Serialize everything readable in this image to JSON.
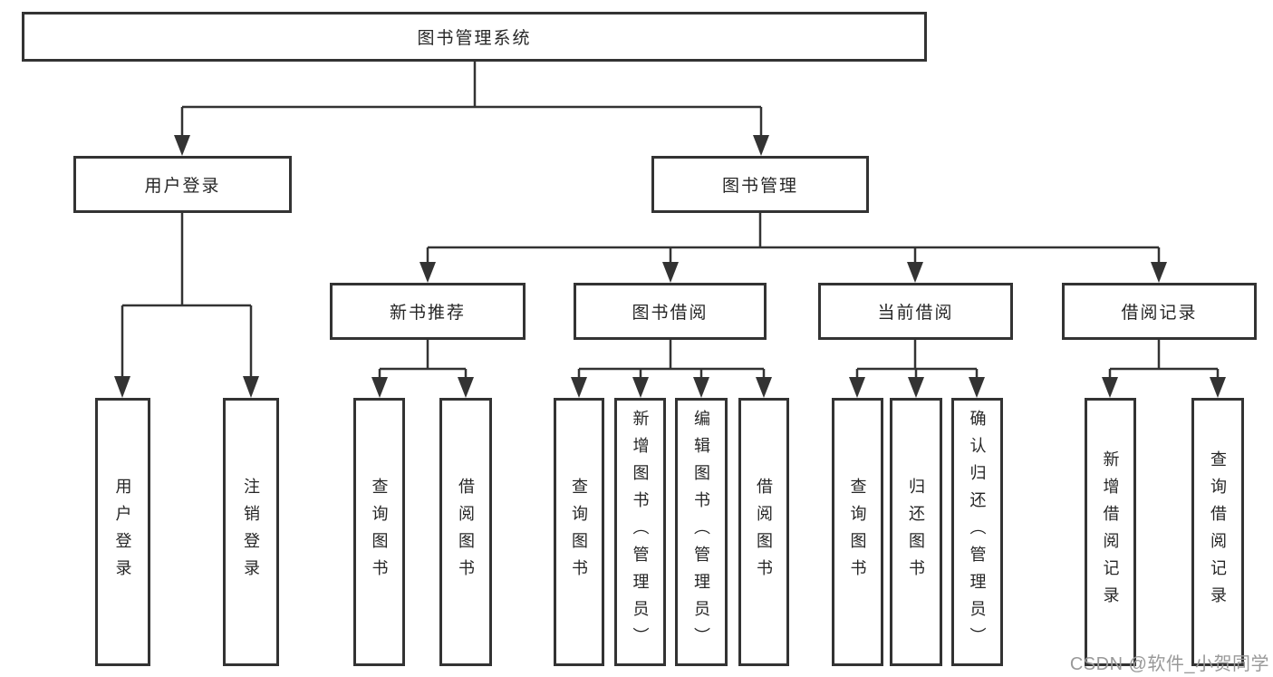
{
  "nodes": {
    "root": {
      "label": "图书管理系统"
    },
    "user_login": {
      "label": "用户登录",
      "children": {
        "login": {
          "label": "用户登录"
        },
        "logout": {
          "label": "注销登录"
        }
      }
    },
    "book_mgmt": {
      "label": "图书管理",
      "children": {
        "new_books": {
          "label": "新书推荐",
          "children": {
            "query": {
              "label": "查询图书"
            },
            "borrow": {
              "label": "借阅图书"
            }
          }
        },
        "book_borrow": {
          "label": "图书借阅",
          "children": {
            "query": {
              "label": "查询图书"
            },
            "add": {
              "label": "新增图书（管理员）"
            },
            "edit": {
              "label": "编辑图书（管理员）"
            },
            "borrow": {
              "label": "借阅图书"
            }
          }
        },
        "current_borrow": {
          "label": "当前借阅",
          "children": {
            "query": {
              "label": "查询图书"
            },
            "return": {
              "label": "归还图书"
            },
            "confirm_return": {
              "label": "确认归还（管理员）"
            }
          }
        },
        "borrow_records": {
          "label": "借阅记录",
          "children": {
            "add_record": {
              "label": "新增借阅记录"
            },
            "query_record": {
              "label": "查询借阅记录"
            }
          }
        }
      }
    }
  },
  "watermark": "CSDN @软件_小贺同学",
  "colors": {
    "line": "#333333",
    "box_border": "#333333",
    "text": "#262626",
    "watermark": "#999999",
    "background": "#ffffff"
  }
}
